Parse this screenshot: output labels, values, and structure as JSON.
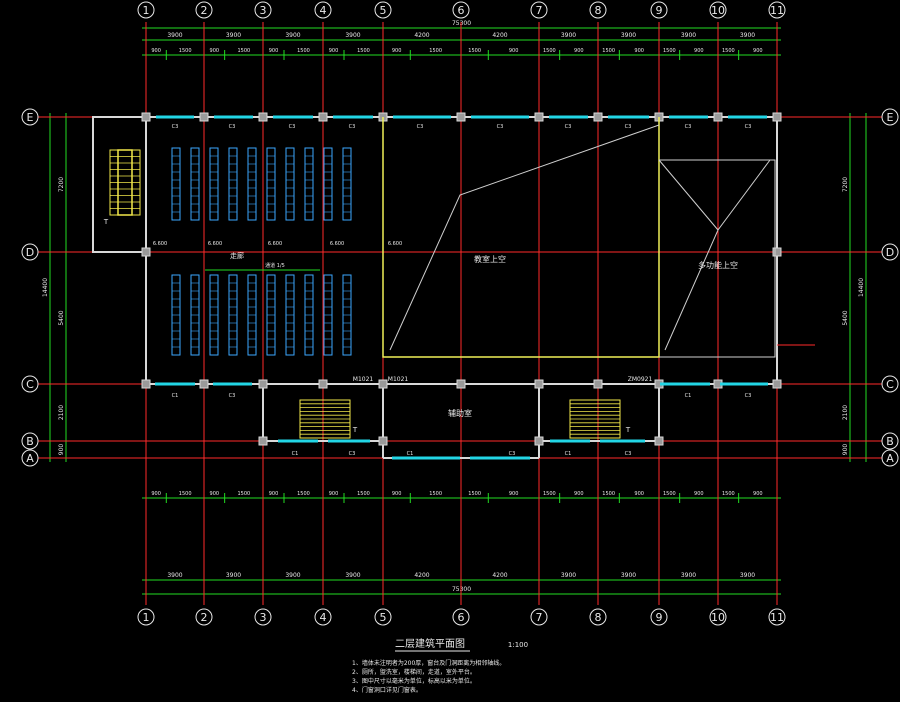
{
  "drawing": {
    "title": "二层建筑平面图",
    "scale": "1:100",
    "notes": [
      "1、墙体未注明者为200厚，窗台及门洞距离为相邻轴线。",
      "2、厕所，盥洗室，楼梯间，走道，室外平台。",
      "3、图中尺寸以毫米为单位，标高以米为单位。",
      "4、门窗洞口详见门窗表。"
    ]
  },
  "axes": {
    "columns": [
      "1",
      "2",
      "3",
      "4",
      "5",
      "6",
      "7",
      "8",
      "9",
      "10",
      "11"
    ],
    "rows": [
      "E",
      "D",
      "C",
      "B",
      "A"
    ]
  },
  "dims": {
    "top_total": "75300",
    "bottom_total": "75300",
    "top_bays": [
      "3900",
      "3900",
      "3900",
      "3900",
      "4200",
      "4200",
      "3900",
      "3900",
      "3900",
      "3900"
    ],
    "bottom_bays": [
      "3900",
      "3900",
      "3900",
      "3900",
      "4200",
      "4200",
      "3900",
      "3900",
      "3900",
      "3900"
    ],
    "top_segments": [
      "900",
      "1500",
      "900",
      "1500",
      "900",
      "1500",
      "900",
      "1500",
      "900",
      "1500",
      "1500",
      "900",
      "1500",
      "900",
      "1500",
      "900",
      "1500",
      "900",
      "1500",
      "900"
    ],
    "bottom_segments": [
      "900",
      "1500",
      "900",
      "1500",
      "900",
      "1500",
      "900",
      "1500",
      "900",
      "1500",
      "1500",
      "900",
      "1500",
      "900",
      "1500",
      "900",
      "1500",
      "900",
      "1500",
      "900"
    ],
    "left_total": "14400",
    "left_parts": [
      "7200",
      "5400",
      "2100",
      "900"
    ],
    "right_total": "14400",
    "right_parts": [
      "7200",
      "5400",
      "2100",
      "900"
    ]
  },
  "rooms": {
    "classroom_upper": "教室上空",
    "hall_upper": "多功能上空",
    "office": "辅助室",
    "corridor": "走廊",
    "corridor_note": "通道 1/5",
    "stair_mark": "T"
  },
  "labels": {
    "door_c1": "M1021",
    "door_c2": "M1021",
    "door_c3": "ZM0921",
    "window_c": "C3",
    "window_c2": "C1",
    "d_marks": [
      "6.600",
      "6.600",
      "6.600",
      "6.600",
      "6.600"
    ]
  },
  "colors": {
    "background": "#000000",
    "axis": "#ff2a2a",
    "dim": "#22dd22",
    "wall": "#d8d8d8",
    "window": "#22d6e6",
    "seat": "#3ba7ff",
    "hall": "#f0f058",
    "text": "#e8e8e8",
    "stair": "#f2e84a"
  }
}
